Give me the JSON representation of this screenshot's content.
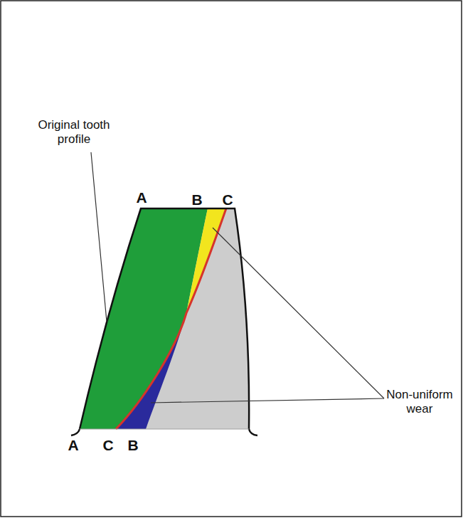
{
  "diagram": {
    "labels": [
      "Original tooth profile",
      "A",
      "B",
      "C",
      "Non-uniform wear",
      "A",
      "C",
      "B"
    ]
  }
}
